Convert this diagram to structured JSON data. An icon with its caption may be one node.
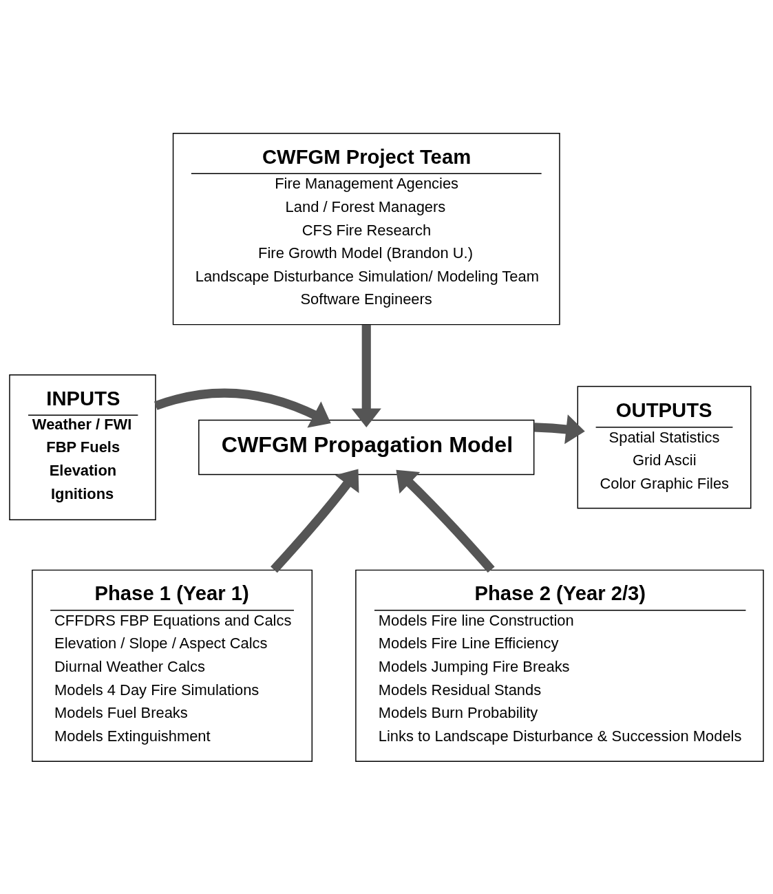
{
  "diagram": {
    "nodes": [
      {
        "text": [
          "CWFGM Project Team",
          "Fire Management Agencies",
          "Land / Forest Managers",
          "CFS Fire Research",
          "Fire Growth Model (Brandon U.)",
          "Landscape Disturbance Simulation/ Modeling Team",
          "Software Engineers"
        ]
      },
      {
        "text": [
          "CWFGM Propagation Model"
        ]
      },
      {
        "text": [
          "INPUTS",
          "Weather / FWI",
          "FBP Fuels",
          "Elevation",
          "Ignitions"
        ]
      },
      {
        "text": [
          "OUTPUTS",
          "Spatial Statistics",
          "Grid Ascii",
          "Color Graphic Files"
        ]
      },
      {
        "text": [
          "Phase 1 (Year 1)",
          "CFFDRS FBP Equations and Calcs",
          "Elevation / Slope / Aspect Calcs",
          "Diurnal Weather Calcs",
          "Models 4 Day Fire Simulations",
          "Models Fuel Breaks",
          "Models Extinguishment"
        ]
      },
      {
        "text": [
          "Phase 2 (Year 2/3)",
          "Models Fire line Construction",
          "Models Fire Line Efficiency",
          "Models Jumping Fire Breaks",
          "Models Residual Stands",
          "Models Burn Probability",
          "Links to Landscape Disturbance & Succession Models"
        ]
      }
    ],
    "edges": [
      {
        "from": 0,
        "to": 1,
        "arrow": "to"
      },
      {
        "from": 2,
        "to": 1,
        "arrow": "to"
      },
      {
        "from": 1,
        "to": 3,
        "arrow": "to"
      },
      {
        "from": 4,
        "to": 1,
        "arrow": "to"
      },
      {
        "from": 5,
        "to": 1,
        "arrow": "to"
      }
    ]
  }
}
